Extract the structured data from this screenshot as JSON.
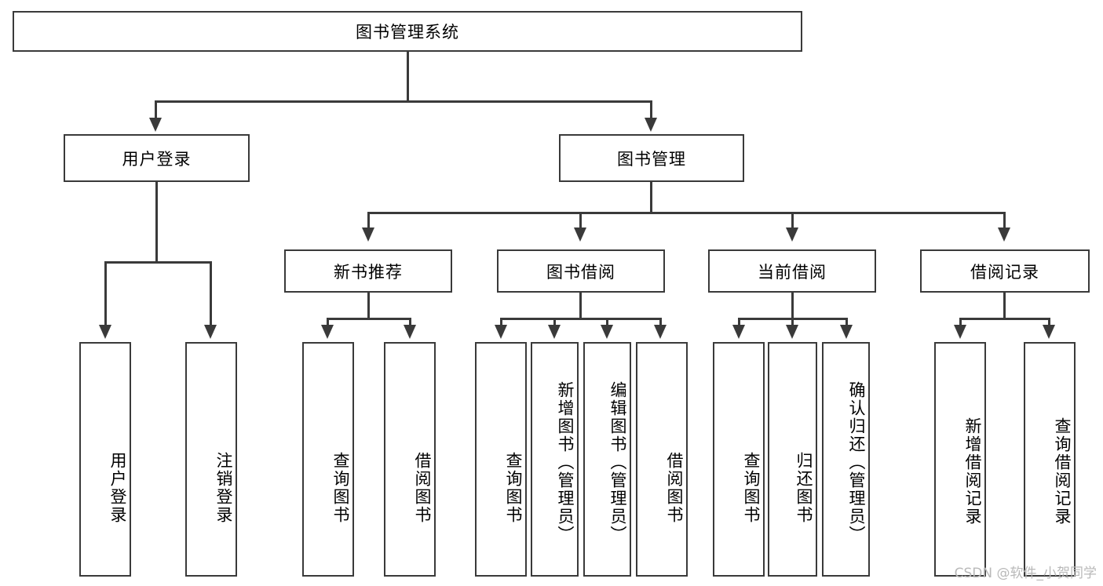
{
  "diagram": {
    "type": "tree-hierarchy",
    "title": "图书管理系统",
    "root": {
      "label": "图书管理系统"
    },
    "level2": [
      {
        "label": "用户登录"
      },
      {
        "label": "图书管理"
      }
    ],
    "level3": [
      {
        "label": "新书推荐"
      },
      {
        "label": "图书借阅"
      },
      {
        "label": "当前借阅"
      },
      {
        "label": "借阅记录"
      }
    ],
    "leaves": {
      "user_login": [
        {
          "label": "用户登录"
        },
        {
          "label": "注销登录"
        }
      ],
      "new_book_recommend": [
        {
          "label": "查询图书"
        },
        {
          "label": "借阅图书"
        }
      ],
      "book_borrow": [
        {
          "label": "查询图书"
        },
        {
          "label": "新增图书（管理员）"
        },
        {
          "label": "编辑图书（管理员）"
        },
        {
          "label": "借阅图书"
        }
      ],
      "current_borrow": [
        {
          "label": "查询图书"
        },
        {
          "label": "归还图书"
        },
        {
          "label": "确认归还（管理员）"
        }
      ],
      "borrow_record": [
        {
          "label": "新增借阅记录"
        },
        {
          "label": "查询借阅记录"
        }
      ]
    }
  },
  "watermark": {
    "text": "CSDN @软件_小贺同学"
  },
  "colors": {
    "border": "#3a3a3a",
    "background": "#ffffff",
    "text": "#000000",
    "watermark": "#b9b9b9"
  }
}
